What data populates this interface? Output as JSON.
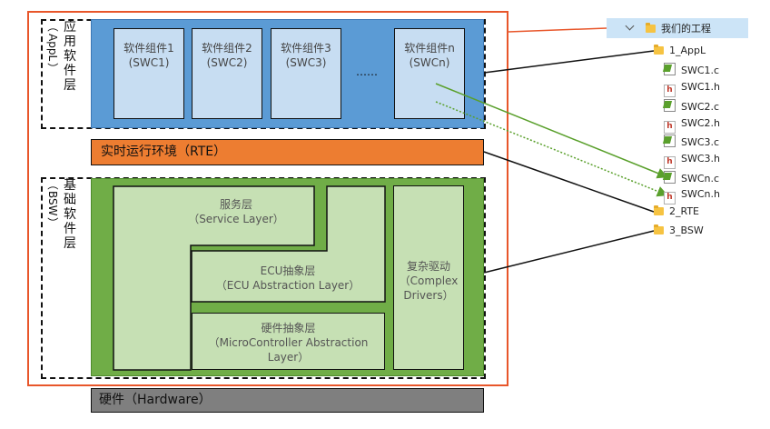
{
  "appl": {
    "label_chars": [
      "应",
      "用",
      "软",
      "件",
      "层"
    ],
    "label_paren": [
      "（",
      "AppL",
      "）"
    ],
    "swcs": [
      {
        "title": "软件组件1",
        "code": "(SWC1)"
      },
      {
        "title": "软件组件2",
        "code": "(SWC2)"
      },
      {
        "title": "软件组件3",
        "code": "(SWC3)"
      },
      {
        "title": "软件组件n",
        "code": "(SWCn)"
      }
    ],
    "ellipsis": "……"
  },
  "rte": {
    "label": "实时运行环境（RTE）"
  },
  "bsw": {
    "label_chars": [
      "基",
      "础",
      "软",
      "件",
      "层"
    ],
    "label_paren": [
      "（",
      "BSW",
      "）"
    ],
    "service_title": "服务层",
    "service_sub": "（Service Layer）",
    "ecu_title": "ECU抽象层",
    "ecu_sub": "（ECU Abstraction Layer）",
    "mcal_title": "硬件抽象层",
    "mcal_sub1": "（MicroController Abstraction",
    "mcal_sub2": "Layer）",
    "cdd_title": "复杂驱动",
    "cdd_sub1": "（Complex",
    "cdd_sub2": "Drivers）"
  },
  "hardware": {
    "label": "硬件（Hardware）"
  },
  "tree": {
    "root": "我们的工程",
    "appl_folder": "1_AppL",
    "files": [
      "SWC1.c",
      "SWC1.h",
      "SWC2.c",
      "SWC2.h",
      "SWC3.c",
      "SWC3.h",
      "SWCn.c",
      "SWCn.h"
    ],
    "rte_folder": "2_RTE",
    "bsw_folder": "3_BSW"
  },
  "colors": {
    "outer_border": "#e8562a",
    "appl": "#5b9bd5",
    "swc": "#c7ddf2",
    "rte": "#ed7d31",
    "bsw": "#70ad47",
    "bsw_inner": "#c6e0b4",
    "hardware": "#7f7f7f",
    "arrow_green": "#5aa02c"
  }
}
